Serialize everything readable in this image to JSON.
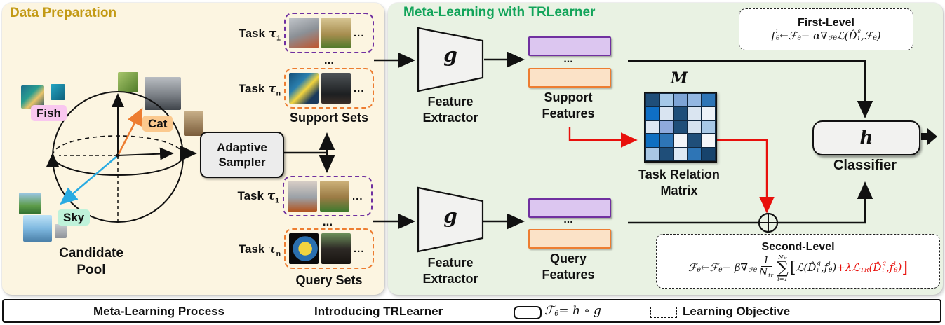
{
  "colors": {
    "panel_left_bg": "#fcf5e1",
    "panel_right_bg": "#e9f2e3",
    "title_left": "#c39a15",
    "title_right": "#12a45a",
    "purple_accent": "#7030a0",
    "orange_accent": "#ed7d31",
    "red_accent": "#e8100c",
    "blue_arrow": "#29abe2"
  },
  "panels": {
    "left_title": "Data Preparation",
    "right_title": "Meta-Learning with TRLearner"
  },
  "candidate_pool": {
    "fish_label": "Fish",
    "cat_label": "Cat",
    "sky_label": "Sky",
    "caption_line1": "Candidate",
    "caption_line2": "Pool"
  },
  "sampler": {
    "line1": "Adaptive",
    "line2": "Sampler"
  },
  "tasks": {
    "prefix": "Task ",
    "tau": "τ",
    "t1_index": "1",
    "tn_index": "n",
    "ellipsis": "...",
    "support_caption": "Support Sets",
    "query_caption": "Query Sets"
  },
  "extractor": {
    "symbol": "g",
    "label_line1": "Feature",
    "label_line2": "Extractor"
  },
  "features": {
    "ellipsis": "...",
    "support_line1": "Support",
    "support_line2": "Features",
    "query_line1": "Query",
    "query_line2": "Features"
  },
  "matrix": {
    "symbol": "M",
    "caption_line1": "Task Relation",
    "caption_line2": "Matrix",
    "cells": [
      [
        "#1f4e79",
        "#a5c8e8",
        "#7da4d6",
        "#93b7e2",
        "#2e75b6"
      ],
      [
        "#0f6fc5",
        "#d9e4f1",
        "#1f4e79",
        "#dae5f1",
        "#edf2f8"
      ],
      [
        "#dde7f2",
        "#8faadc",
        "#1f4e79",
        "#d5e2ef",
        "#a8c8e6"
      ],
      [
        "#0e6fc1",
        "#2e75b6",
        "#f2f5f9",
        "#1f4e79",
        "#f4f6f9"
      ],
      [
        "#a9c7e4",
        "#1f4e79",
        "#dde9f4",
        "#2e75b6",
        "#17436c"
      ]
    ]
  },
  "classifier": {
    "symbol": "h",
    "label": "Classifier"
  },
  "formulas": {
    "first_level": {
      "title": "First-Level",
      "tokens": [
        {
          "base": "f",
          "sup": "i",
          "sub": "θ"
        },
        {
          "t": " ← "
        },
        {
          "base": "ℱ",
          "sub": "θ"
        },
        {
          "t": " − α"
        },
        {
          "base": "∇",
          "sub": "ℱθ"
        },
        {
          "t": "ℒ("
        },
        {
          "base": "D̂",
          "sup": "s",
          "sub": "i"
        },
        {
          "t": ", "
        },
        {
          "base": "ℱ",
          "sub": "θ"
        },
        {
          "t": ")"
        }
      ]
    },
    "second_level": {
      "title": "Second-Level",
      "tokens": [
        {
          "base": "ℱ",
          "sub": "θ"
        },
        {
          "t": " ← "
        },
        {
          "base": "ℱ",
          "sub": "θ"
        },
        {
          "t": " − β"
        },
        {
          "base": "∇",
          "sub": "ℱθ"
        },
        {
          "frac": {
            "num": [
              {
                "t": "1"
              }
            ],
            "den": [
              {
                "base": "N",
                "sub": "tr"
              }
            ]
          }
        },
        {
          "sum": {
            "top": [
              {
                "base": "N",
                "sub": "tr"
              }
            ],
            "bot": [
              {
                "t": "i=1"
              }
            ]
          }
        },
        {
          "t": "[",
          "big": true
        },
        {
          "t": "ℒ("
        },
        {
          "base": "D̂",
          "sup": "q",
          "sub": "i"
        },
        {
          "t": ", "
        },
        {
          "base": "f",
          "sup": "i",
          "sub": "θ"
        },
        {
          "t": ")"
        },
        {
          "t": "+λ",
          "c": "#e8100c"
        },
        {
          "base": "ℒ",
          "sub": "TR",
          "c": "#e8100c"
        },
        {
          "t": "(",
          "c": "#e8100c"
        },
        {
          "base": "D̂",
          "sup": "q",
          "sub": "i",
          "c": "#e8100c"
        },
        {
          "t": ", ",
          "c": "#e8100c"
        },
        {
          "base": "f",
          "sup": "i",
          "sub": "θ",
          "c": "#e8100c"
        },
        {
          "t": ")",
          "c": "#e8100c"
        },
        {
          "t": "]",
          "big": true,
          "c": "#e8100c"
        }
      ]
    },
    "legend": {
      "tokens": [
        {
          "base": "ℱ",
          "sub": "θ"
        },
        {
          "t": " = h ∘ g"
        }
      ]
    }
  },
  "legend": {
    "meta_label": "Meta-Learning Process",
    "intro_label": "Introducing TRLearner",
    "objective_label": "Learning Objective"
  }
}
